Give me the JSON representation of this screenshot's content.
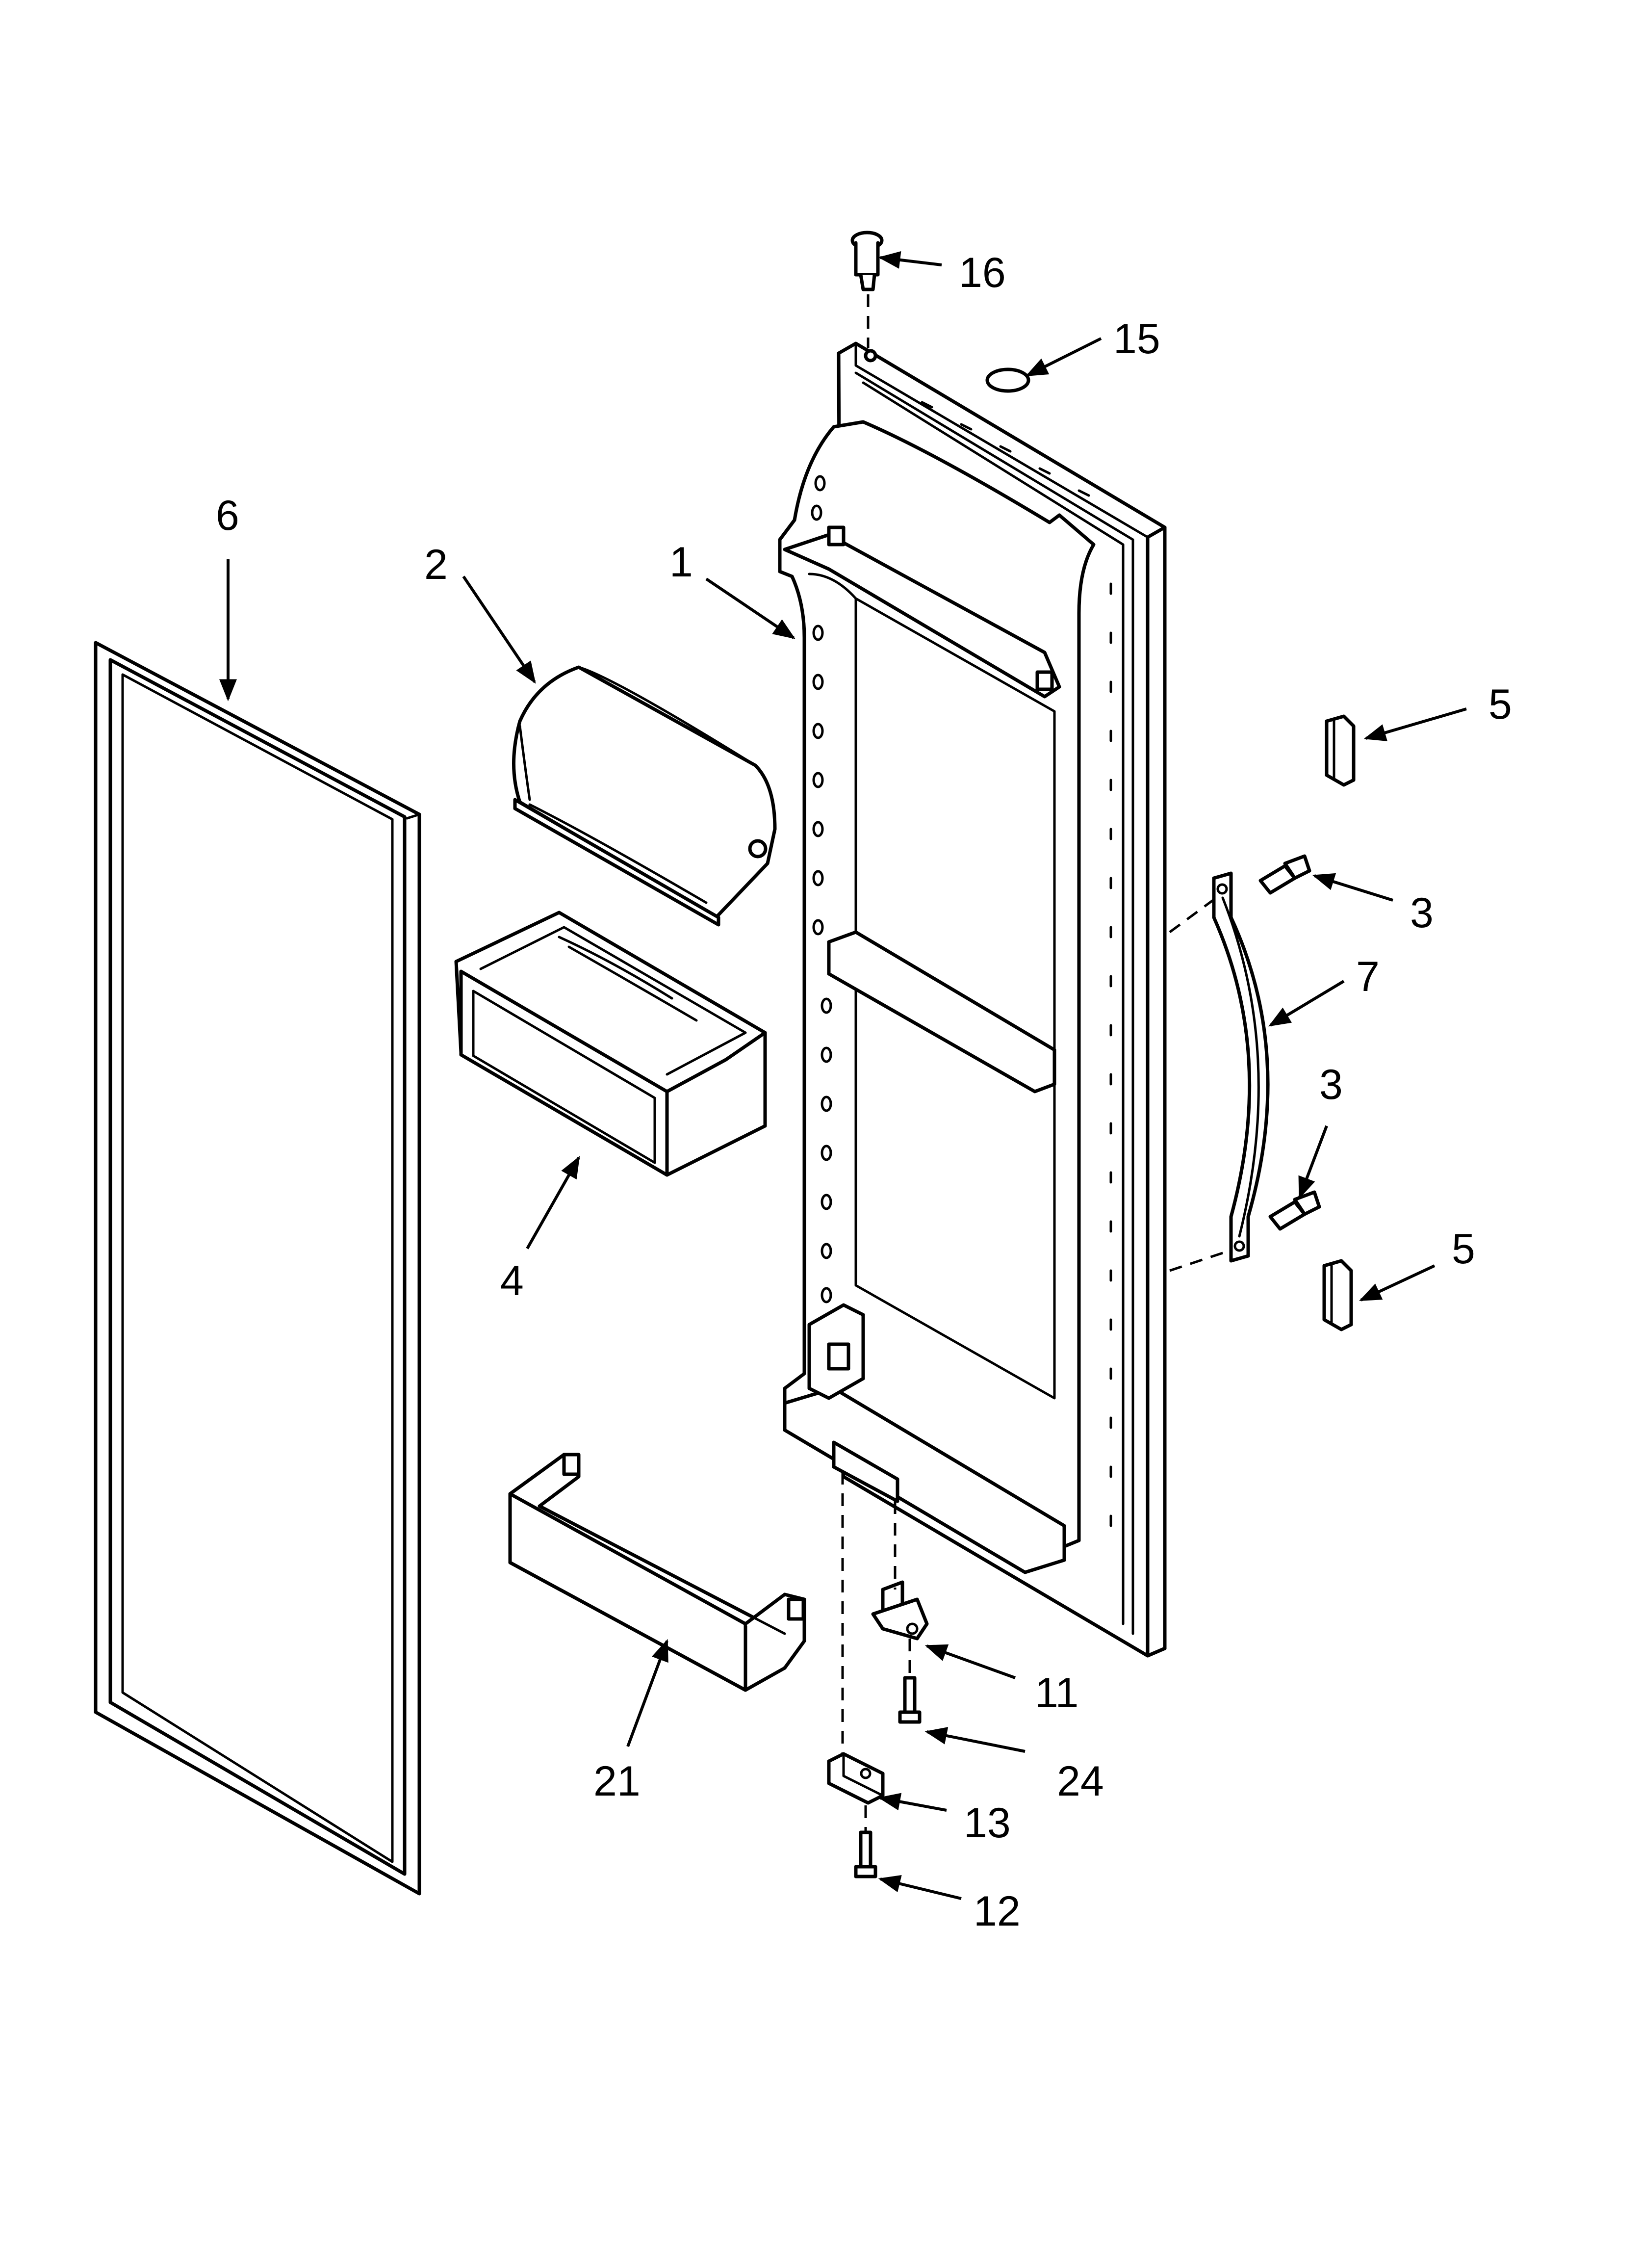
{
  "diagram": {
    "callouts": {
      "c1": "1",
      "c2": "2",
      "c3a": "3",
      "c3b": "3",
      "c4": "4",
      "c5a": "5",
      "c5b": "5",
      "c6": "6",
      "c7": "7",
      "c11": "11",
      "c12": "12",
      "c13": "13",
      "c15": "15",
      "c16": "16",
      "c21": "21",
      "c24": "24"
    }
  }
}
